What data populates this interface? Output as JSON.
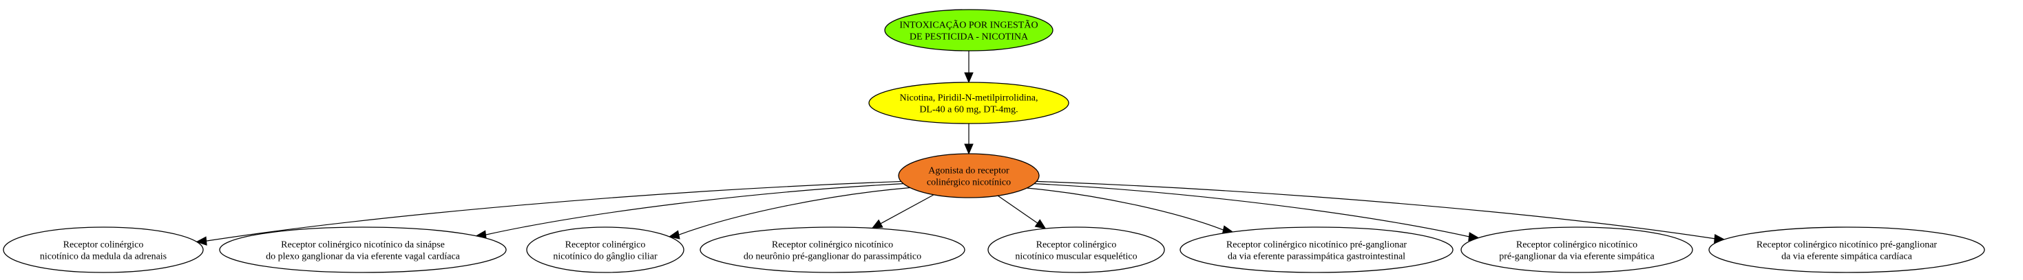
{
  "nodes": [
    {
      "id": "root",
      "lines": [
        "INTOXICAÇÃO POR INGESTÃO",
        "DE PESTICIDA - NICOTINA"
      ],
      "fill": "#7cfc00"
    },
    {
      "id": "agent",
      "lines": [
        "Nicotina, Piridil-N-metilpirrolidina,",
        "DL-40 a 60 mg, DT-4mg."
      ],
      "fill": "#ffff00"
    },
    {
      "id": "mech",
      "lines": [
        "Agonista do receptor",
        "colinérgico nicotínico"
      ],
      "fill": "#f07a24"
    },
    {
      "id": "r1",
      "lines": [
        "Receptor colinérgico",
        "nicotínico da medula da adrenais"
      ],
      "fill": "#ffffff"
    },
    {
      "id": "r2",
      "lines": [
        "Receptor colinérgico nicotínico da sinápse",
        "do plexo ganglionar da via eferente vagal cardíaca"
      ],
      "fill": "#ffffff"
    },
    {
      "id": "r3",
      "lines": [
        "Receptor colinérgico",
        "nicotínico do gânglio ciliar"
      ],
      "fill": "#ffffff"
    },
    {
      "id": "r4",
      "lines": [
        "Receptor colinérgico nicotínico",
        "do neurônio pré-ganglionar do parassimpático"
      ],
      "fill": "#ffffff"
    },
    {
      "id": "r5",
      "lines": [
        "Receptor colinérgico",
        "nicotínico muscular esquelético"
      ],
      "fill": "#ffffff"
    },
    {
      "id": "r6",
      "lines": [
        "Receptor colinérgico nicotínico pré-ganglionar",
        "da via eferente parassimpática gastrointestinal"
      ],
      "fill": "#ffffff"
    },
    {
      "id": "r7",
      "lines": [
        "Receptor colinérgico nicotínico",
        "pré-ganglionar da via eferente simpática"
      ],
      "fill": "#ffffff"
    },
    {
      "id": "r8",
      "lines": [
        "Receptor colinérgico nicotínico pré-ganglionar",
        "da via eferente simpática cardíaca"
      ],
      "fill": "#ffffff"
    }
  ],
  "edges": [
    [
      "root",
      "agent"
    ],
    [
      "agent",
      "mech"
    ],
    [
      "mech",
      "r1"
    ],
    [
      "mech",
      "r2"
    ],
    [
      "mech",
      "r3"
    ],
    [
      "mech",
      "r4"
    ],
    [
      "mech",
      "r5"
    ],
    [
      "mech",
      "r6"
    ],
    [
      "mech",
      "r7"
    ],
    [
      "mech",
      "r8"
    ]
  ]
}
